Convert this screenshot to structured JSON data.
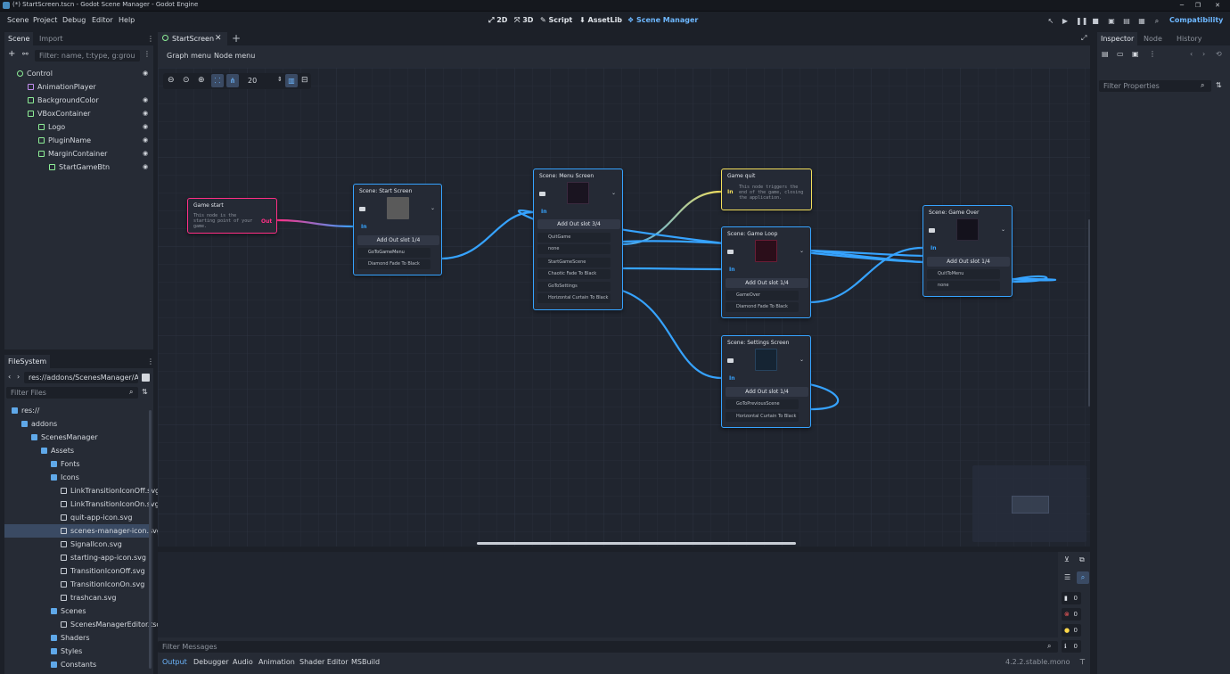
{
  "window": {
    "title": "(*) StartScreen.tscn - Godot Scene Manager - Godot Engine",
    "controls": [
      "─",
      "❐",
      "✕"
    ]
  },
  "menu": [
    "Scene",
    "Project",
    "Debug",
    "Editor",
    "Help"
  ],
  "workspaces": [
    {
      "label": "2D",
      "icon": "2d-icon"
    },
    {
      "label": "3D",
      "icon": "3d-icon"
    },
    {
      "label": "Script",
      "icon": "script-icon"
    },
    {
      "label": "AssetLib",
      "icon": "assetlib-icon"
    },
    {
      "label": "Scene Manager",
      "icon": "scene-manager-icon",
      "active": true
    }
  ],
  "renderer": "Compatibility",
  "scene_dock": {
    "tabs": [
      "Scene",
      "Import"
    ],
    "filter_placeholder": "Filter: name, t:type, g:grou",
    "tree": [
      {
        "label": "Control",
        "depth": 0,
        "color": "#8eef97",
        "eye": true
      },
      {
        "label": "AnimationPlayer",
        "depth": 1,
        "color": "#c38ef1",
        "eye": false
      },
      {
        "label": "BackgroundColor",
        "depth": 1,
        "color": "#8eef97",
        "eye": true
      },
      {
        "label": "VBoxContainer",
        "depth": 1,
        "color": "#8eef97",
        "eye": true
      },
      {
        "label": "Logo",
        "depth": 2,
        "color": "#8eef97",
        "eye": true
      },
      {
        "label": "PluginName",
        "depth": 2,
        "color": "#8eef97",
        "eye": true
      },
      {
        "label": "MarginContainer",
        "depth": 2,
        "color": "#8eef97",
        "eye": true
      },
      {
        "label": "StartGameBtn",
        "depth": 3,
        "color": "#8eef97",
        "eye": true
      }
    ]
  },
  "filesystem": {
    "title": "FileSystem",
    "path": "res://addons/ScenesManager/Ass",
    "filter_placeholder": "Filter Files",
    "items": [
      {
        "label": "res://",
        "depth": 0,
        "type": "folder"
      },
      {
        "label": "addons",
        "depth": 1,
        "type": "folder"
      },
      {
        "label": "ScenesManager",
        "depth": 2,
        "type": "folder"
      },
      {
        "label": "Assets",
        "depth": 3,
        "type": "folder"
      },
      {
        "label": "Fonts",
        "depth": 4,
        "type": "folder"
      },
      {
        "label": "Icons",
        "depth": 4,
        "type": "folder"
      },
      {
        "label": "LinkTransitionIconOff.svg",
        "depth": 5,
        "type": "file"
      },
      {
        "label": "LinkTransitionIconOn.svg",
        "depth": 5,
        "type": "file"
      },
      {
        "label": "quit-app-icon.svg",
        "depth": 5,
        "type": "file"
      },
      {
        "label": "scenes-manager-icon.svg",
        "depth": 5,
        "type": "file",
        "selected": true
      },
      {
        "label": "SignalIcon.svg",
        "depth": 5,
        "type": "file"
      },
      {
        "label": "starting-app-icon.svg",
        "depth": 5,
        "type": "file"
      },
      {
        "label": "TransitionIconOff.svg",
        "depth": 5,
        "type": "file"
      },
      {
        "label": "TransitionIconOn.svg",
        "depth": 5,
        "type": "file"
      },
      {
        "label": "trashcan.svg",
        "depth": 5,
        "type": "file"
      },
      {
        "label": "Scenes",
        "depth": 4,
        "type": "folder"
      },
      {
        "label": "ScenesManagerEditor.tscn",
        "depth": 5,
        "type": "file"
      },
      {
        "label": "Shaders",
        "depth": 4,
        "type": "folder"
      },
      {
        "label": "Styles",
        "depth": 4,
        "type": "folder"
      },
      {
        "label": "Constants",
        "depth": 4,
        "type": "folder"
      }
    ]
  },
  "editor_tabs": [
    "StartScreen"
  ],
  "graph_menu": [
    "Graph menu",
    "Node menu"
  ],
  "zoom": "20",
  "nodes": {
    "game_start": {
      "title": "Game start",
      "desc": "This node is the starting point of your game.",
      "out": "Out"
    },
    "start_screen": {
      "title": "Scene: Start Screen",
      "add": "Add Out slot 1/4",
      "in": "In",
      "slots": [
        {
          "signal": "GoToGameMenu",
          "trans": "Diamond Fade To Black"
        }
      ]
    },
    "menu_screen": {
      "title": "Scene: Menu Screen",
      "add": "Add Out slot 3/4",
      "in": "In",
      "slots": [
        {
          "signal": "QuitGame",
          "trans": "none"
        },
        {
          "signal": "StartGameScene",
          "trans": "Chaotic Fade To Black"
        },
        {
          "signal": "GoToSettings",
          "trans": "Horizontal Curtain To Black"
        }
      ]
    },
    "game_quit": {
      "title": "Game quit",
      "desc": "This node triggers the end of the game, closing the application.",
      "in": "In"
    },
    "game_loop": {
      "title": "Scene: Game Loop",
      "add": "Add Out slot 1/4",
      "in": "In",
      "slots": [
        {
          "signal": "GameOver",
          "trans": "Diamond Fade To Black"
        }
      ]
    },
    "settings": {
      "title": "Scene: Settings Screen",
      "add": "Add Out slot 1/4",
      "in": "In",
      "slots": [
        {
          "signal": "GoToPreviousScene",
          "trans": "Horizontal Curtain To Black"
        }
      ]
    },
    "game_over": {
      "title": "Scene: Game Over",
      "add": "Add Out slot 1/4",
      "in": "In",
      "slots": [
        {
          "signal": "QuitToMenu",
          "trans": "none"
        }
      ]
    }
  },
  "inspector": {
    "tabs": [
      "Inspector",
      "Node",
      "History"
    ],
    "filter_placeholder": "Filter Properties"
  },
  "output": {
    "filter_placeholder": "Filter Messages",
    "tabs": [
      "Output",
      "Debugger",
      "Audio",
      "Animation",
      "Shader Editor",
      "MSBuild"
    ],
    "version": "4.2.2.stable.mono",
    "counts": [
      "0",
      "0",
      "0",
      "0"
    ]
  },
  "colors": {
    "accent": "#36a3ff",
    "game_start": "#ff2f86",
    "game_quit": "#f4e05c"
  }
}
